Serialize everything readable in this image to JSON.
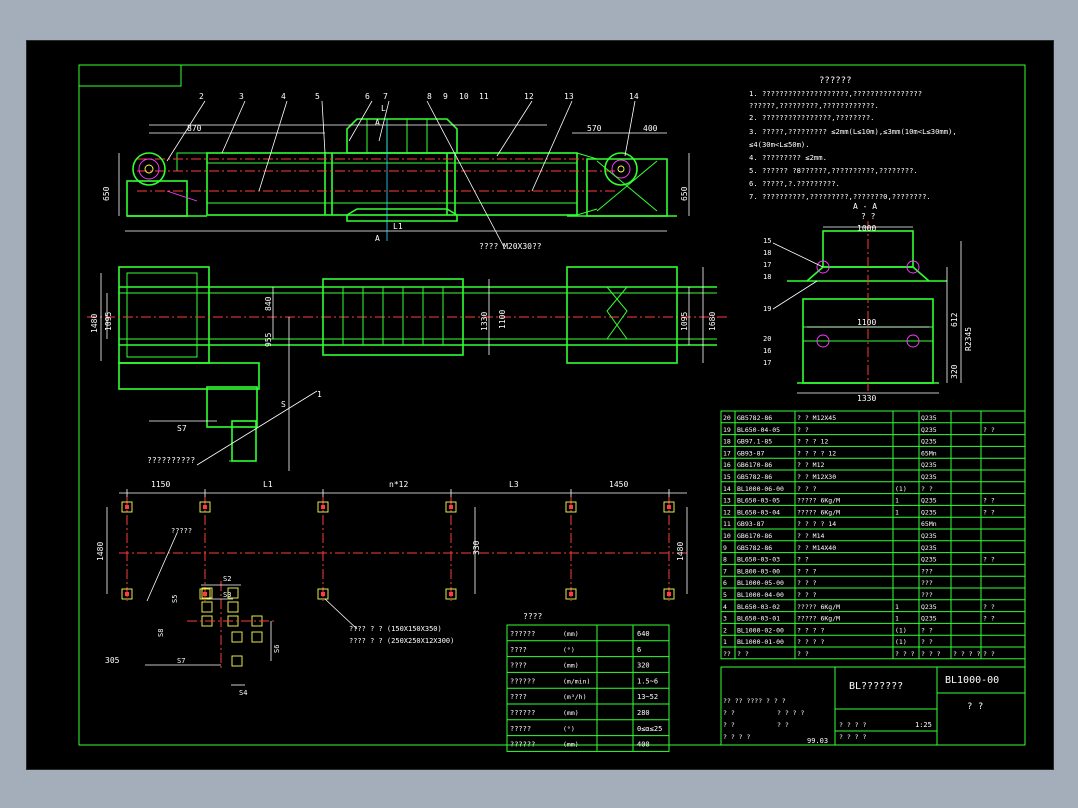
{
  "notes": {
    "title": "??????",
    "lines": [
      "1. ????????????????????,????????????????",
      "   ??????,?????????,????????????.",
      "2. ????????????????,????????.",
      "3. ?????,?????????     ≤2mm(L≤10m),≤3mm(10m<L≤30mm),",
      "   ≤4(30m<L≤50m).",
      "4. ?????????      ≤2mm.",
      "5. ??????  ?8??????,??????????,????????.",
      "6. ?????,?.?????????.",
      "7. ??????????,?????????,???????0,????????."
    ]
  },
  "main_view": {
    "balloons": [
      "2",
      "3",
      "4",
      "5",
      "6",
      "7",
      "8",
      "9",
      "10",
      "11",
      "12",
      "13",
      "14"
    ],
    "dims": {
      "d870": "870",
      "d570": "570",
      "d400": "400",
      "d650l": "650",
      "d650r": "650",
      "L": "L",
      "L1": "L1",
      "A1": "A",
      "A2": "A"
    },
    "weld_note": "???? M20X30??"
  },
  "plan_view": {
    "dims": {
      "d1480": "1480",
      "d1095": "1095",
      "d840": "840",
      "d955": "955",
      "d1330": "1330",
      "d1100": "1100",
      "d1095r": "1095",
      "d1680": "1680",
      "d57": "S7",
      "dS": "S"
    },
    "balloon1": "1",
    "drive_note": "??????????"
  },
  "section": {
    "title": "A - A",
    "sub": "? ?",
    "dims": {
      "d1000": "1000",
      "d1100": "1100",
      "d1330": "1330",
      "d612": "612",
      "d2345": "R2345",
      "d320": "320"
    },
    "balloons_l": [
      "15",
      "18",
      "17",
      "18",
      "19",
      "20",
      "16",
      "17"
    ]
  },
  "foundation": {
    "top_dims": [
      "1150",
      "L1",
      "n*12",
      "L3",
      "1450"
    ],
    "d1480l": "1480",
    "d1480r": "1480",
    "d330": "330",
    "d305": "305",
    "dS2": "S2",
    "dS3": "S3",
    "dS5": "S5",
    "dS8": "S8",
    "dS7": "S7",
    "dS4": "S4",
    "dS6": "S6",
    "label_a": "?????",
    "label_b1": "???? ? ?  (150X150X350)",
    "label_b2": "???? ? ?  (250X250X12X300)"
  },
  "params": {
    "title": "????",
    "rows": [
      [
        "??????",
        "(mm)",
        "640"
      ],
      [
        "????",
        "(°)",
        "6"
      ],
      [
        "????",
        "(mm)",
        "320"
      ],
      [
        "??????",
        "(m/min)",
        "1.5~6"
      ],
      [
        "????",
        "(m³/h)",
        "13~52"
      ],
      [
        "??????",
        "(mm)",
        "280"
      ],
      [
        "?????",
        "(°)",
        "0≤α≤25"
      ],
      [
        "??????",
        "(mm)",
        "400"
      ]
    ]
  },
  "bom": {
    "rows": [
      [
        "20",
        "GB5782-86",
        "?   ?    M12X45",
        "",
        "Q235",
        "",
        ""
      ],
      [
        "19",
        "BL650-04-05",
        "?   ?",
        "",
        "Q235",
        "",
        "?  ?"
      ],
      [
        "18",
        "GB97.1-85",
        "?  ?  ?     12",
        "",
        "Q235",
        "",
        ""
      ],
      [
        "17",
        "GB93-87",
        "?  ?  ?  ?    12",
        "",
        "65Mn",
        "",
        ""
      ],
      [
        "16",
        "GB6170-86",
        "?   ?      M12",
        "",
        "Q235",
        "",
        ""
      ],
      [
        "15",
        "GB5782-86",
        "?   ?     M12X30",
        "",
        "Q235",
        "",
        ""
      ],
      [
        "14",
        "BL1000-06-00",
        "?  ?  ?",
        "(1)",
        "?  ?",
        "",
        ""
      ],
      [
        "13",
        "BL650-03-05",
        "?????     6Kg/M",
        "1",
        "Q235",
        "",
        "?  ?"
      ],
      [
        "12",
        "BL650-03-04",
        "?????     6Kg/M",
        "1",
        "Q235",
        "",
        "?  ?"
      ],
      [
        "11",
        "GB93-87",
        "?  ?  ?  ?    14",
        "",
        "65Mn",
        "",
        ""
      ],
      [
        "10",
        "GB6170-86",
        "?   ?      M14",
        "",
        "Q235",
        "",
        ""
      ],
      [
        "9",
        "GB5782-86",
        "?   ?     M14X40",
        "",
        "Q235",
        "",
        ""
      ],
      [
        "8",
        "BL650-03-03",
        "?   ?",
        "",
        "Q235",
        "",
        "?  ?"
      ],
      [
        "7",
        "BL800-03-00",
        "?  ?  ?",
        "",
        "???",
        "",
        ""
      ],
      [
        "6",
        "BL1000-05-00",
        "?  ?  ?",
        "",
        "???",
        "",
        ""
      ],
      [
        "5",
        "BL1000-04-00",
        "?  ?  ?",
        "",
        "???",
        "",
        ""
      ],
      [
        "4",
        "BL650-03-02",
        "?????     6Kg/M",
        "1",
        "Q235",
        "",
        "?  ?"
      ],
      [
        "3",
        "BL650-03-01",
        "?????     6Kg/M",
        "1",
        "Q235",
        "",
        "?  ?"
      ],
      [
        "2",
        "BL1000-02-00",
        "?  ?  ?  ?",
        "(1)",
        "?  ?",
        "",
        ""
      ],
      [
        "1",
        "BL1000-01-00",
        "?  ?  ?  ?",
        "(1)",
        "?  ?",
        "",
        ""
      ]
    ],
    "header": [
      "??",
      "?     ?",
      "?     ?",
      "? ? ?",
      "?  ?  ?",
      "? ? ? ?",
      "?   ?"
    ]
  },
  "title_block": {
    "name": "BL???????",
    "code": "BL1000-00",
    "org": "?  ?",
    "scale": "1:25",
    "date": "99.03",
    "cells": [
      "?? ??  ????  ? ?  ?",
      "?  ?",
      "?  ?        ?  ?",
      "?  ?",
      "?  ?              ?   ?",
      "?    ?  ?  ?",
      "?  ?",
      "?         ?    ?  ?"
    ]
  },
  "colors": {
    "frame": "#33ff33",
    "text": "#ffffff",
    "center": "#ff3b3b",
    "dim": "#ffffff",
    "accent": "#ffff55"
  }
}
